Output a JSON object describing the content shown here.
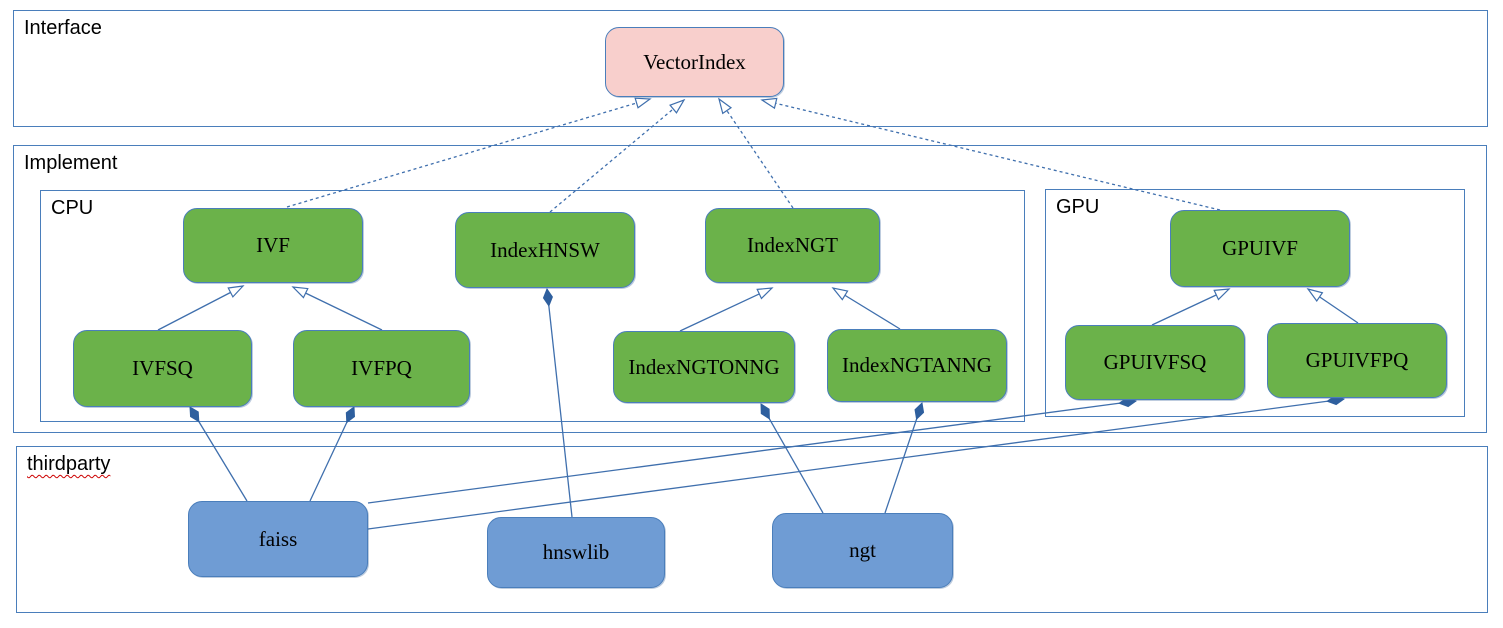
{
  "diagram": {
    "containers": {
      "interface": {
        "label": "Interface"
      },
      "implement": {
        "label": "Implement"
      },
      "cpu": {
        "label": "CPU"
      },
      "gpu": {
        "label": "GPU"
      },
      "thirdparty": {
        "label": "thirdparty"
      }
    },
    "nodes": {
      "vectorindex": {
        "label": "VectorIndex",
        "kind": "interface"
      },
      "ivf": {
        "label": "IVF",
        "kind": "class"
      },
      "indexhnsw": {
        "label": "IndexHNSW",
        "kind": "class"
      },
      "indexngt": {
        "label": "IndexNGT",
        "kind": "class"
      },
      "ivfsq": {
        "label": "IVFSQ",
        "kind": "class"
      },
      "ivfpq": {
        "label": "IVFPQ",
        "kind": "class"
      },
      "indexngtonng": {
        "label": "IndexNGTONNG",
        "kind": "class"
      },
      "indexngtanng": {
        "label": "IndexNGTANNG",
        "kind": "class"
      },
      "gpuivf": {
        "label": "GPUIVF",
        "kind": "class"
      },
      "gpuivfsq": {
        "label": "GPUIVFSQ",
        "kind": "class"
      },
      "gpuivfpq": {
        "label": "GPUIVFPQ",
        "kind": "class"
      },
      "faiss": {
        "label": "faiss",
        "kind": "thirdparty-lib"
      },
      "hnswlib": {
        "label": "hnswlib",
        "kind": "thirdparty-lib"
      },
      "ngt": {
        "label": "ngt",
        "kind": "thirdparty-lib"
      }
    },
    "edges": {
      "realization": [
        {
          "from": "IVF",
          "to": "VectorIndex"
        },
        {
          "from": "IndexHNSW",
          "to": "VectorIndex"
        },
        {
          "from": "IndexNGT",
          "to": "VectorIndex"
        },
        {
          "from": "GPUIVF",
          "to": "VectorIndex"
        }
      ],
      "inheritance": [
        {
          "from": "IVFSQ",
          "to": "IVF"
        },
        {
          "from": "IVFPQ",
          "to": "IVF"
        },
        {
          "from": "IndexNGTONNG",
          "to": "IndexNGT"
        },
        {
          "from": "IndexNGTANNG",
          "to": "IndexNGT"
        },
        {
          "from": "GPUIVFSQ",
          "to": "GPUIVF"
        },
        {
          "from": "GPUIVFPQ",
          "to": "GPUIVF"
        }
      ],
      "aggregation": [
        {
          "lib": "faiss",
          "into": "IVFSQ"
        },
        {
          "lib": "faiss",
          "into": "IVFPQ"
        },
        {
          "lib": "faiss",
          "into": "GPUIVFSQ"
        },
        {
          "lib": "faiss",
          "into": "GPUIVFPQ"
        },
        {
          "lib": "hnswlib",
          "into": "IndexHNSW"
        },
        {
          "lib": "ngt",
          "into": "IndexNGTONNG"
        },
        {
          "lib": "ngt",
          "into": "IndexNGTANNG"
        }
      ]
    },
    "colors": {
      "container_border": "#4a7ebb",
      "class_fill": "#6bb24a",
      "interface_fill": "#f8cfcc",
      "lib_fill": "#6f9cd4",
      "connector": "#3f6fad",
      "diamond_fill": "#2e5f9e"
    }
  }
}
